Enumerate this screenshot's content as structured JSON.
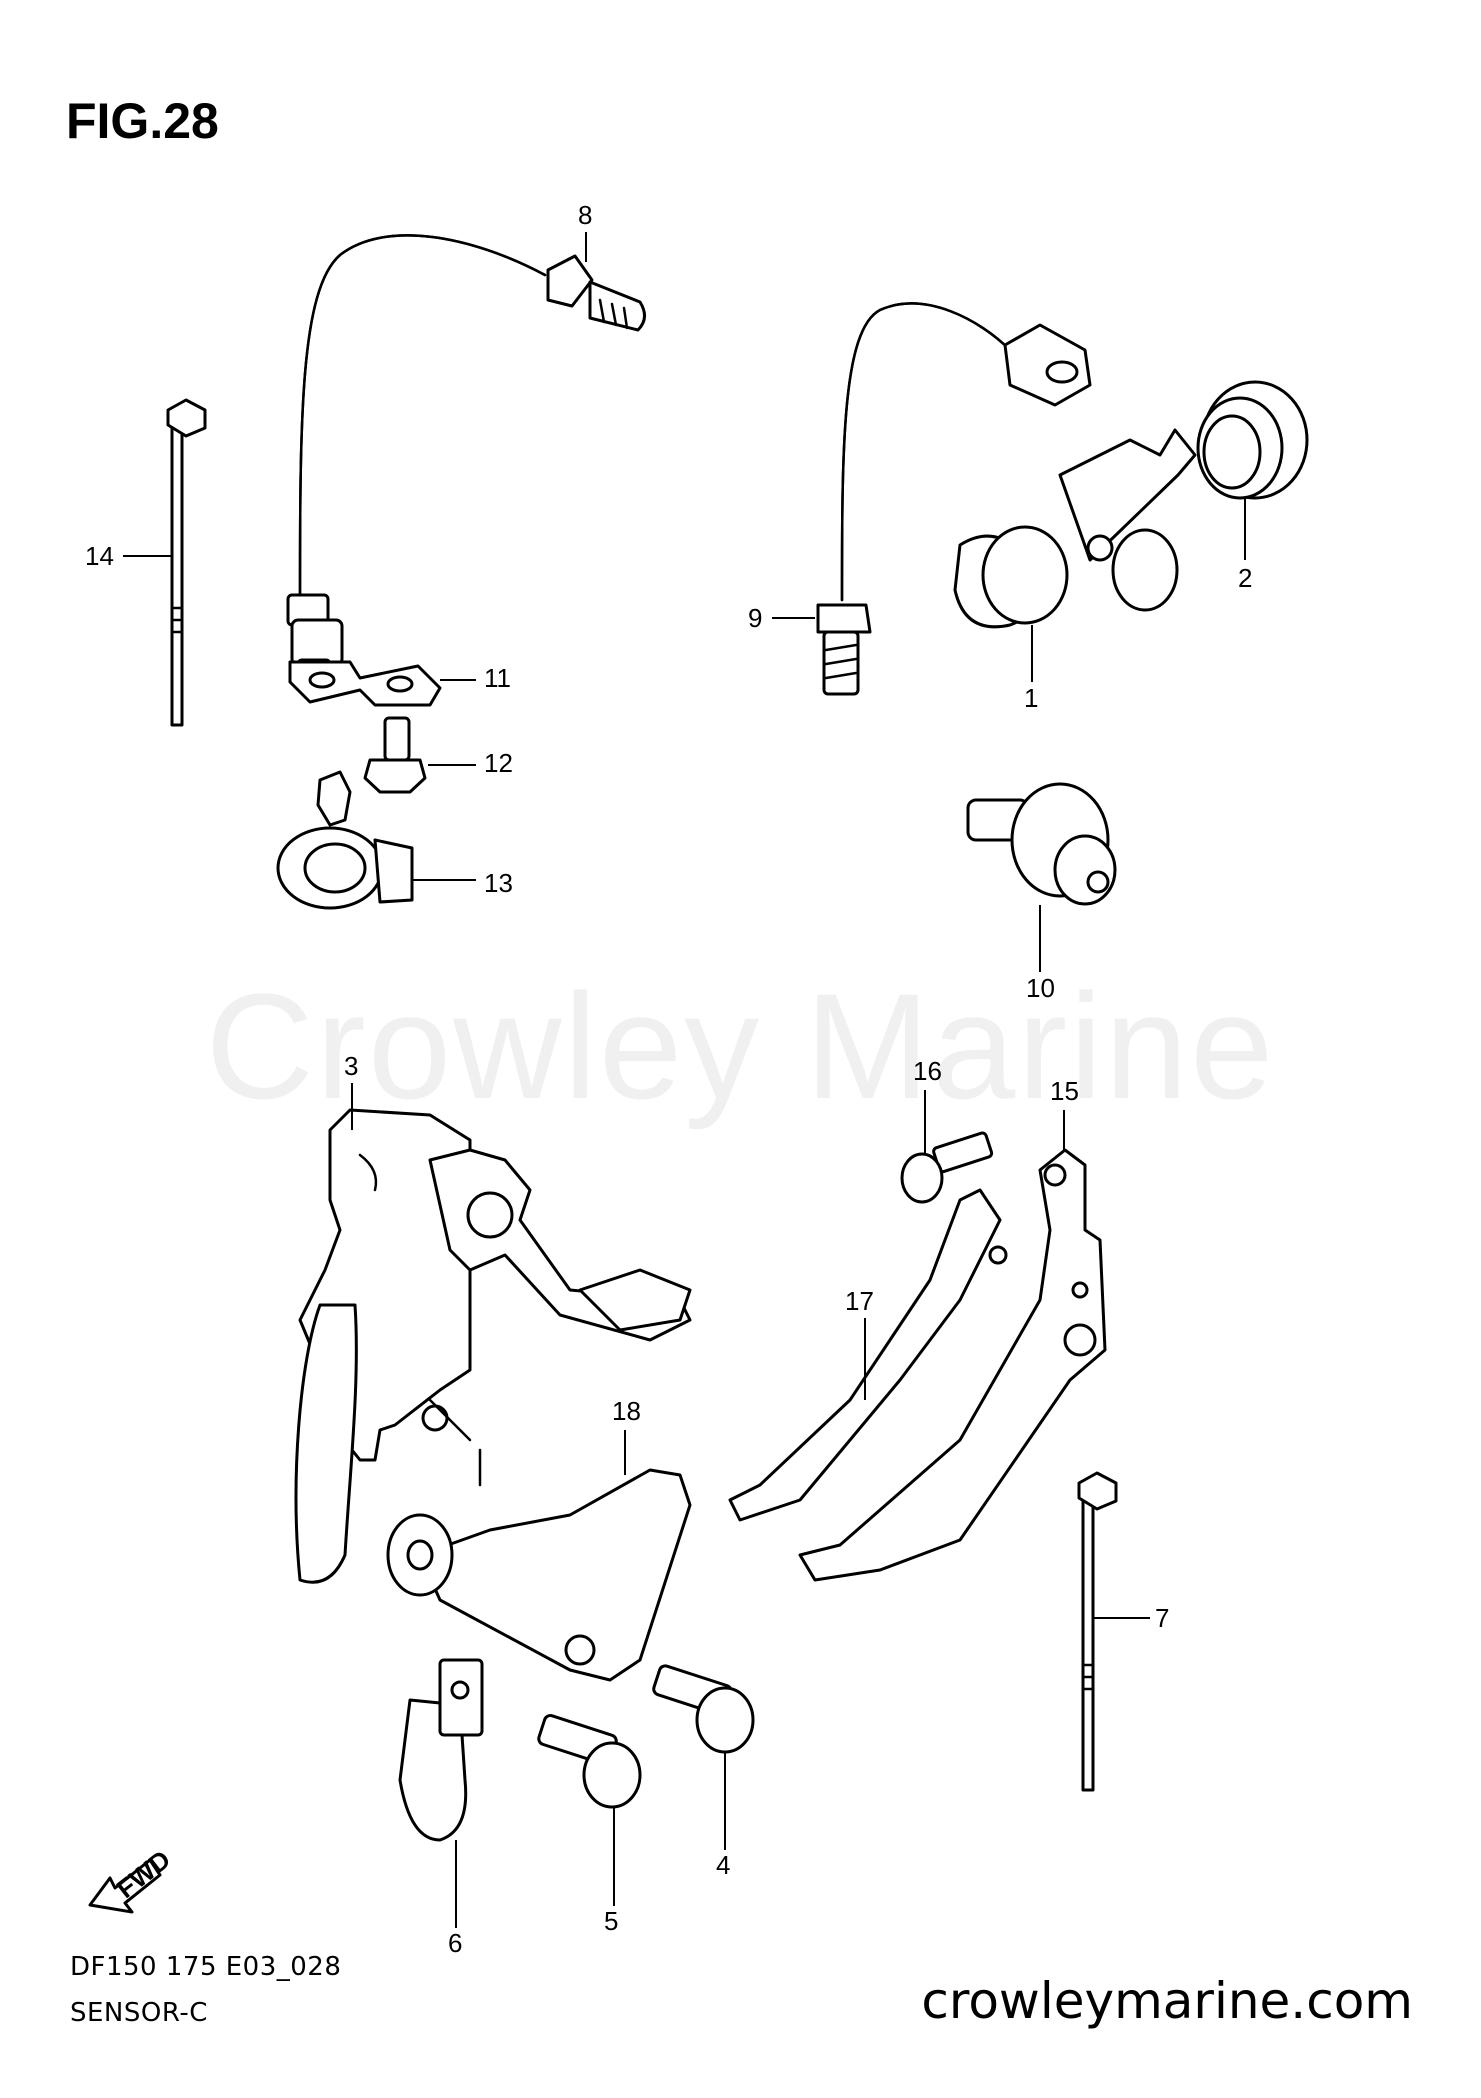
{
  "figure": {
    "title": "FIG.28",
    "watermark": "Crowley Marine",
    "model_code": "DF150 175 E03_028",
    "section_name": "SENSOR-C",
    "website": "crowleymarine.com",
    "fwd_label": "FWD"
  },
  "callouts": [
    "1",
    "2",
    "3",
    "4",
    "5",
    "6",
    "7",
    "8",
    "9",
    "10",
    "11",
    "12",
    "13",
    "14",
    "15",
    "16",
    "17",
    "18"
  ]
}
